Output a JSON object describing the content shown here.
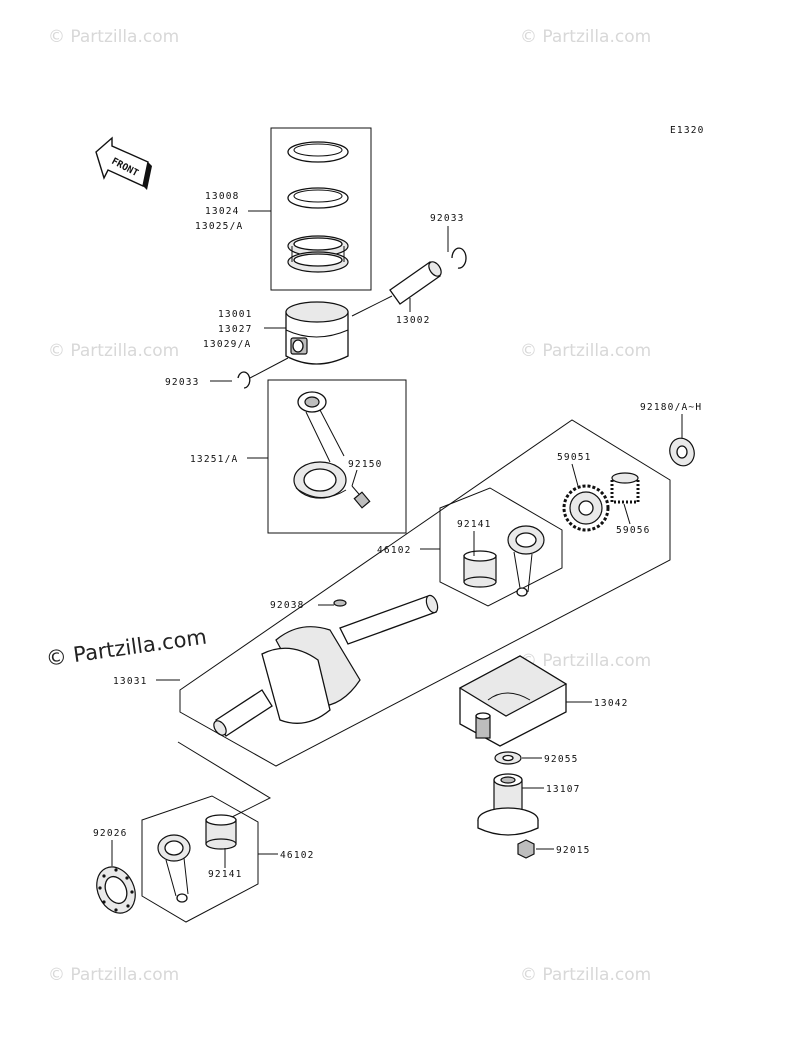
{
  "watermark": {
    "text": "© Partzilla.com"
  },
  "diagram_code": "E1320",
  "front_arrow_label": "FRONT",
  "labels": {
    "ring_set": [
      "13008",
      "13024",
      "13025/A"
    ],
    "circlip_top": "92033",
    "piston": [
      "13001",
      "13027",
      "13029/A"
    ],
    "piston_pin": "13002",
    "circlip_bottom": "92033",
    "con_rod": "13251/A",
    "con_rod_bolt": "92150",
    "shim": "92180/A~H",
    "gear": "59051",
    "bearing_roller": "59056",
    "bushing_upper": "92141",
    "balancer_upper": "46102",
    "key": "92038",
    "crankshaft": "13031",
    "holder": "13042",
    "washer": "92055",
    "shaft_flange": "13107",
    "nut": "92015",
    "plate": "92026",
    "bushing_lower": "92141",
    "balancer_lower": "46102"
  }
}
